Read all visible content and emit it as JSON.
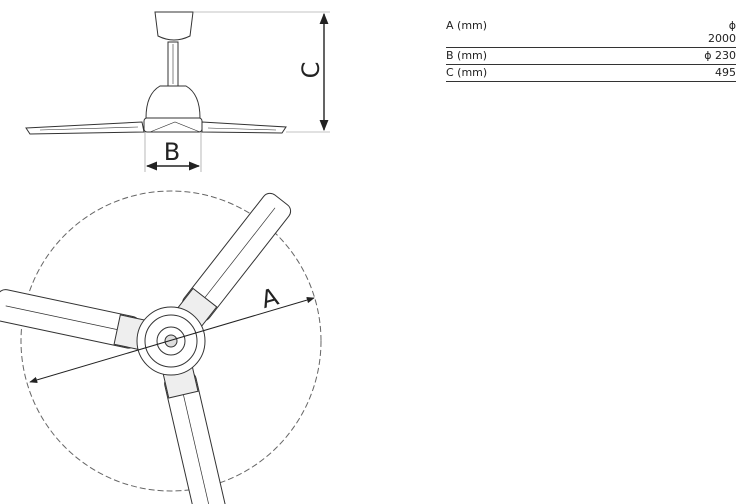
{
  "dimension_labels": {
    "a": "A",
    "b": "B",
    "c": "C"
  },
  "specs": [
    {
      "label": "A (mm)",
      "value_symbol": "ϕ",
      "value": "2000"
    },
    {
      "label": "B (mm)",
      "value": "ϕ 230"
    },
    {
      "label": "C (mm)",
      "value": "495"
    }
  ]
}
